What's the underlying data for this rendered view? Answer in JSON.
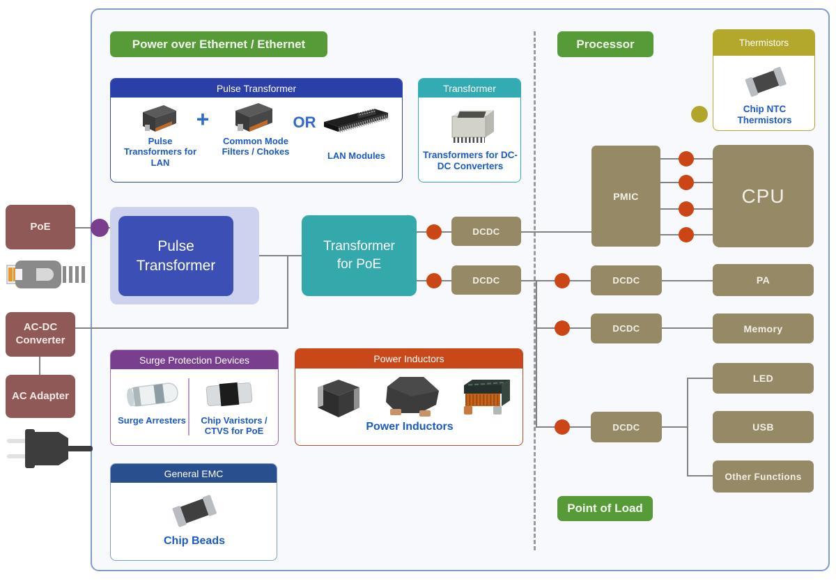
{
  "badges": {
    "poe_ethernet": "Power over Ethernet / Ethernet",
    "processor": "Processor",
    "point_of_load": "Point of Load"
  },
  "left_chain": {
    "poe": "PoE",
    "ac_dc_converter": "AC-DC Converter",
    "ac_adapter": "AC Adapter"
  },
  "flow": {
    "pulse_transformer": "Pulse Transformer",
    "transformer_for_poe": "Transformer for PoE",
    "dcdc": "DCDC",
    "pmic": "PMIC",
    "cpu": "CPU",
    "pa": "PA",
    "memory": "Memory",
    "led": "LED",
    "usb": "USB",
    "other_functions": "Other Functions"
  },
  "product_panels": {
    "pulse_transformer": {
      "title": "Pulse Transformer",
      "item1": "Pulse Transformers for LAN",
      "plus": "+",
      "item2": "Common Mode Filters / Chokes",
      "or": "OR",
      "item3": "LAN Modules"
    },
    "transformer": {
      "title": "Transformer",
      "item": "Transformers for DC-DC Converters"
    },
    "thermistors": {
      "title": "Thermistors",
      "item": "Chip NTC Thermistors"
    },
    "surge_protection": {
      "title": "Surge Protection Devices",
      "item1": "Surge Arresters",
      "item2": "Chip Varistors / CTVS for PoE"
    },
    "power_inductors": {
      "title": "Power Inductors",
      "item": "Power Inductors"
    },
    "general_emc": {
      "title": "General EMC",
      "item": "Chip Beads"
    }
  },
  "colors": {
    "badge_green": "#569b38",
    "maroon": "#8e5956",
    "khaki": "#968a66",
    "panel_blue_header": "#2b3fa8",
    "flow_blue_box": "#3b4fb4",
    "lavender_bg": "#cdd3ef",
    "teal": "#33a9ab",
    "purple_header": "#7a3e8f",
    "orange_red_header": "#c8481a",
    "navy_header": "#2a4f8f",
    "olive_header": "#b3a82b",
    "connector_orange": "#cc4514",
    "connector_purple": "#7b3e8f",
    "connector_blue": "#3b4fc4",
    "connector_olive": "#b1a62a",
    "product_link_blue": "#1a5ac4",
    "line_gray": "#818181",
    "frame_border": "#7e9cc9",
    "frame_bg": "#f7f9fd"
  }
}
